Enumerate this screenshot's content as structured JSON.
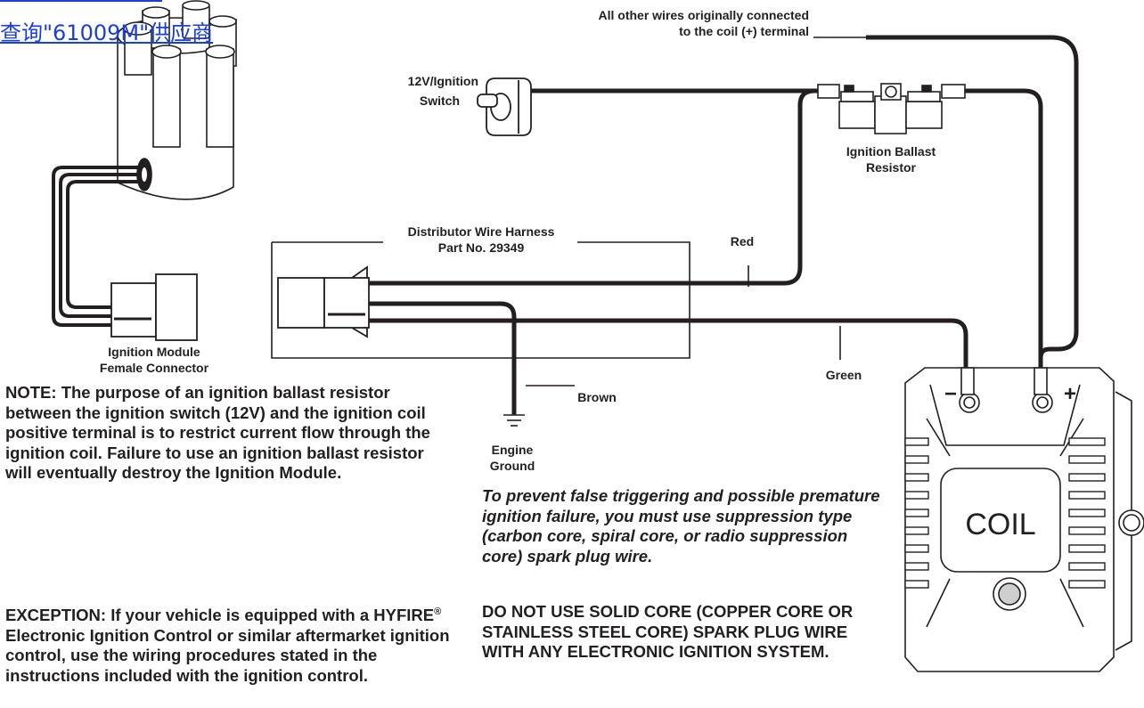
{
  "watermark": {
    "text": "查询\"61009M\"供应商"
  },
  "labels": {
    "other_wires_line1": "All other wires originally connected",
    "other_wires_line2": "to the coil (+) terminal",
    "switch_line1": "12V/Ignition",
    "switch_line2": "Switch",
    "ballast_line1": "Ignition Ballast",
    "ballast_line2": "Resistor",
    "harness_line1": "Distributor Wire Harness",
    "harness_line2": "Part No. 29349",
    "red": "Red",
    "green": "Green",
    "brown": "Brown",
    "ground_line1": "Engine",
    "ground_line2": "Ground",
    "module_line1": "Ignition Module",
    "module_line2": "Female Connector",
    "coil": "COIL",
    "minus": "−",
    "plus": "+"
  },
  "notes": {
    "note": "NOTE: The purpose of an ignition ballast resistor between the ignition switch (12V) and the ignition coil positive terminal is to restrict current flow through the ignition coil. Failure to use an ignition ballast resistor will eventually destroy the Ignition Module.",
    "exception_prefix": "EXCEPTION: If your vehicle is equipped with a HYFIRE",
    "exception_reg": "®",
    "exception_suffix": " Electronic Ignition Control or similar aftermarket ignition control, use the wiring procedures stated in the instructions included with the ignition control.",
    "warning": "To prevent false triggering and possible premature ignition failure, you must use suppression type (carbon core, spiral core, or radio suppression core) spark plug wire.",
    "caps": "DO NOT USE SOLID CORE (COPPER CORE OR STAINLESS STEEL CORE) SPARK PLUG WIRE WITH ANY ELECTRONIC IGNITION SYSTEM."
  },
  "colors": {
    "ink": "#231f20",
    "watermark": "#1a3fd8"
  }
}
